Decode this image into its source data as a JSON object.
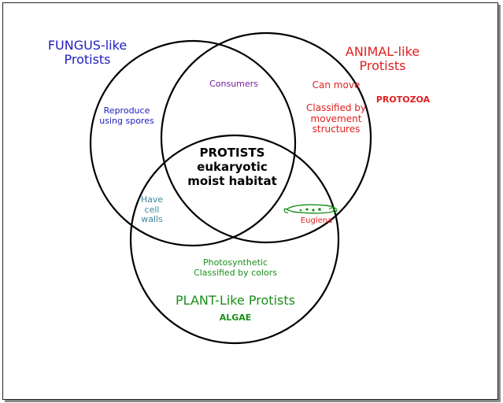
{
  "diagram": {
    "colors": {
      "fungus": "#2020c0",
      "animal": "#e02020",
      "plant": "#1a8f1a",
      "walls": "#3a8aa0",
      "center": "#000000"
    },
    "fungus_title_line1": "FUNGUS-like",
    "fungus_title_line2": "Protists",
    "animal_title_line1": "ANIMAL-like",
    "animal_title_line2": "Protists",
    "animal_subtitle": "PROTOZOA",
    "plant_title": "PLANT-Like Protists",
    "plant_subtitle": "ALGAE",
    "fungus_text_line1": "Reproduce",
    "fungus_text_line2": "using spores",
    "fungus_animal_overlap": "Consumers",
    "animal_text_line1": "Can move",
    "animal_text_line2": "Classified by",
    "animal_text_line3": "movement",
    "animal_text_line4": "structures",
    "fungus_plant_line1": "Have",
    "fungus_plant_line2": "cell",
    "fungus_plant_line3": "walls",
    "animal_plant_label": "Euglena",
    "center_line1": "PROTISTS",
    "center_line2": "eukaryotic",
    "center_line3": "moist habitat",
    "plant_text_line1": "Photosynthetic",
    "plant_text_line2": "Classified by colors",
    "icons": [
      "euglena-icon"
    ]
  }
}
